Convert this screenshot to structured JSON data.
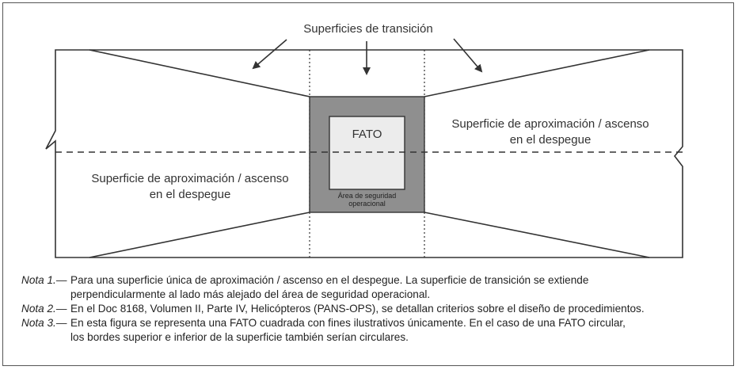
{
  "diagram": {
    "title": "Superficies de transición",
    "fato_label": "FATO",
    "safety_area_label_line1": "Área de seguridad",
    "safety_area_label_line2": "operacional",
    "left_surface_line1": "Superficie de aproximación / ascenso",
    "left_surface_line2": "en el despegue",
    "right_surface_line1": "Superficie de aproximación / ascenso",
    "right_surface_line2": "en el despegue",
    "colors": {
      "safety_area": "#8f8f8f",
      "fato": "#ececec",
      "lines": "#333333"
    }
  },
  "notes": [
    {
      "key": "Nota 1.—",
      "lines": [
        "Para una superficie única de aproximación / ascenso en el despegue. La superficie de transición se extiende",
        "perpendicularmente al lado más alejado del área de seguridad operacional."
      ]
    },
    {
      "key": "Nota 2.—",
      "lines": [
        "En el Doc 8168, Volumen  II, Parte IV, Helicópteros (PANS-OPS), se detallan criterios sobre el diseño de procedimientos."
      ]
    },
    {
      "key": "Nota 3.—",
      "lines": [
        "En esta figura se representa una FATO cuadrada con fines ilustrativos únicamente. En el caso de una  FATO circular,",
        "los bordes superior e inferior de la superficie también serían circulares."
      ]
    }
  ]
}
